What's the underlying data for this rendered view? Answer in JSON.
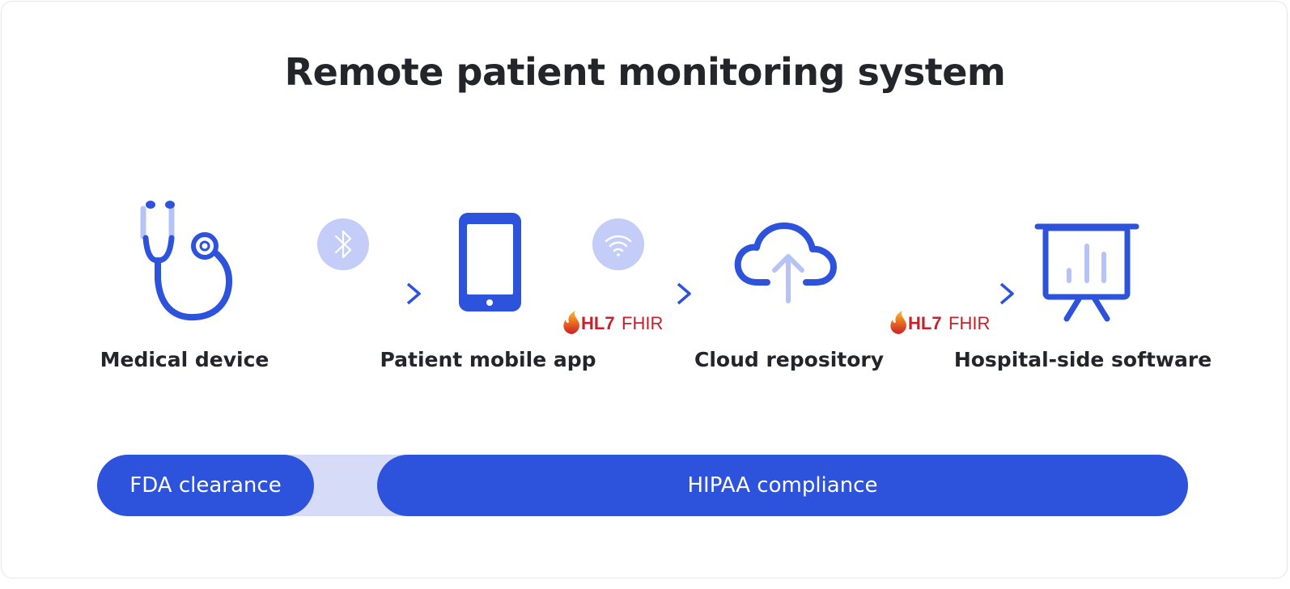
{
  "title": "Remote patient monitoring system",
  "nodes": [
    {
      "label": "Medical device",
      "icon": "stethoscope-icon"
    },
    {
      "label": "Patient mobile app",
      "icon": "tablet-icon"
    },
    {
      "label": "Cloud repository",
      "icon": "cloud-upload-icon"
    },
    {
      "label": "Hospital-side software",
      "icon": "presentation-board-icon"
    }
  ],
  "connectors": [
    {
      "icon": "bluetooth-icon"
    },
    {
      "icon": "wifi-icon",
      "badge": {
        "hl7": "HL7",
        "fhir": "FHIR"
      }
    },
    {
      "badge": {
        "hl7": "HL7",
        "fhir": "FHIR"
      }
    }
  ],
  "compliance": {
    "fda": "FDA clearance",
    "hipaa": "HIPAA compliance"
  },
  "colors": {
    "primary": "#2d52dc",
    "light": "#c3cdf7",
    "connector": "#d6dcf8",
    "text": "#23252b",
    "hl7_red": "#c8202b"
  }
}
